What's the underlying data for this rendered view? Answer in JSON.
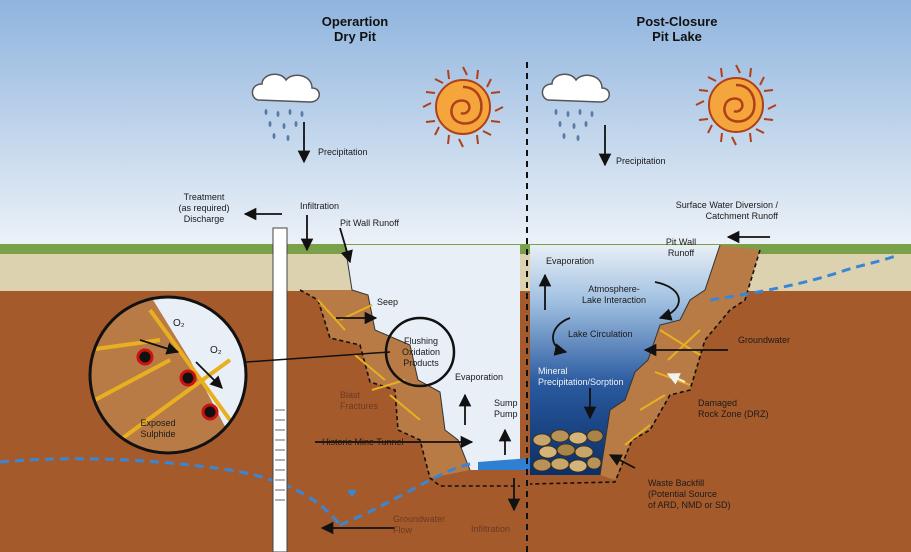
{
  "headers": {
    "operation": "Operartion\nDry Pit",
    "post_closure": "Post-Closure\nPit Lake"
  },
  "labels": {
    "precipitation_left": "Precipitation",
    "precipitation_right": "Precipitation",
    "treatment": "Treatment\n(as required)\nDischarge",
    "infiltration_top": "Infiltration",
    "pit_wall_runoff_left": "Pit Wall Runoff",
    "seep": "Seep",
    "flushing": "Flushing\nOxidation\nProducts",
    "evaporation_left": "Evaporation",
    "sump_pump": "Sump\nPump",
    "blast_fractures": "Blast\nFractures",
    "historic_mine_tunnel": "Historic Mine Tunnel",
    "groundwater_flow": "Groundwater\nFlow",
    "infiltration_bottom": "Infiltration",
    "o2_a": "O₂",
    "o2_b": "O₂",
    "exposed_sulphide": "Exposed\nSulphide",
    "surface_water": "Surface Water Diversion /\nCatchment Runoff",
    "evaporation_right": "Evaporation",
    "pit_wall_runoff_right": "Pit Wall\nRunoff",
    "atmosphere_lake": "Atmosphere-\nLake Interaction",
    "lake_circulation": "Lake Circulation",
    "groundwater_right": "Groundwater",
    "mineral_precip": "Mineral\nPrecipitation/Sorption",
    "damaged_rock": "Damaged\nRock Zone (DRZ)",
    "waste_backfill": "Waste Backfill\n(Potential Source\nof ARD, NMD or SD)"
  },
  "icons": [
    "rain-cloud-icon",
    "sun-icon"
  ],
  "colors": {
    "sky_top": "#8fb4de",
    "sky_bottom": "#eef3f8",
    "grass": "#7aa04a",
    "sand": "#ddd2b0",
    "soil": "#a55a2c",
    "pit_air": "#e8eff6",
    "lake_deep": "#0d3a78",
    "water_dash": "#3a86d6",
    "fracture": "#e8b020",
    "sulphide": "#cc1111"
  }
}
